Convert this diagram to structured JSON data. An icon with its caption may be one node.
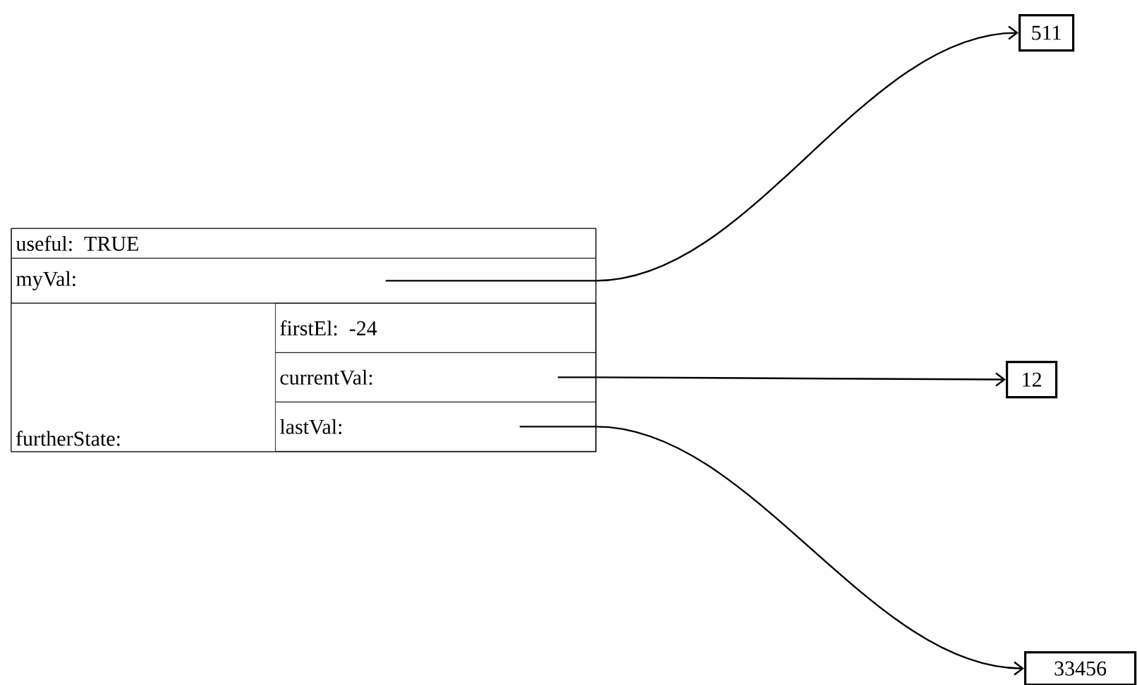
{
  "diagram": {
    "nodes": [
      {
        "text": [],
        "shape": "box"
      },
      {
        "text": [
          "useful: TRUE"
        ],
        "in": 0
      },
      {
        "text": [
          "myVal:"
        ],
        "in": 0
      },
      {
        "text": [
          "furtherState:"
        ],
        "in": 0
      },
      {
        "text": [
          "firstEl: -24"
        ],
        "in": 3
      },
      {
        "text": [
          "currentVal:"
        ],
        "in": 3
      },
      {
        "text": [
          "lastVal:"
        ],
        "in": 3
      },
      {
        "text": [
          "511"
        ]
      },
      {
        "text": [
          "12"
        ]
      },
      {
        "text": [
          "33456"
        ]
      }
    ],
    "edges": [
      {
        "from": 2,
        "to": 7,
        "arrow": "to"
      },
      {
        "from": 5,
        "to": 8,
        "arrow": "to"
      },
      {
        "from": 6,
        "to": 9,
        "arrow": "to"
      }
    ]
  }
}
